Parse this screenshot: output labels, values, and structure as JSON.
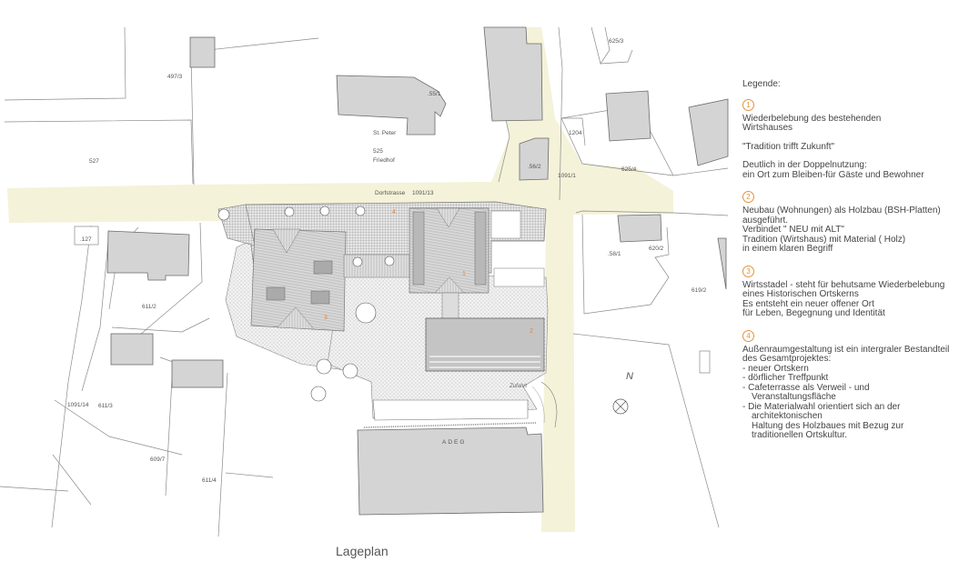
{
  "caption": "Lageplan",
  "colors": {
    "road": "#f4f2d8",
    "building": "#d4d4d4",
    "line": "#777777",
    "accent": "#e0943f"
  },
  "map": {
    "street_name": "Dorfstrasse",
    "street_parcel": "1091/13",
    "church_name": "St. Peter",
    "church_parcel": ".55/1",
    "cemetery_parcel": "525",
    "cemetery_name": "Friedhof",
    "store_name": "ADEG",
    "entry_label": "Zufahrt",
    "north_label": "N",
    "parcels": {
      "p497_3": "497/3",
      "p527": "527",
      "p625_3": "625/3",
      "p1204": "1204",
      "p56_2": ".56/2",
      "p1091_1": "1091/1",
      "p625_4": "625/4",
      "p127": ".127",
      "p58_1": ".58/1",
      "p620_2": "620/2",
      "p619_2": "619/2",
      "p611_2": "611/2",
      "p1091_14": "1091/14",
      "p611_3": "611/3",
      "p609_7": "609/7",
      "p611_4": "611/4"
    },
    "markers": [
      "1",
      "2",
      "3",
      "4"
    ]
  },
  "legend": {
    "title": "Legende:",
    "items": [
      {
        "num": "1",
        "blocks": [
          [
            "Wiederbelebung des bestehenden",
            "Wirtshauses"
          ],
          [
            "\"Tradition trifft Zukunft\""
          ],
          [
            "Deutlich in der Doppelnutzung:",
            "ein Ort zum Bleiben-für Gäste und Bewohner"
          ]
        ]
      },
      {
        "num": "2",
        "blocks": [
          [
            "Neubau (Wohnungen) als Holzbau (BSH-Platten)",
            "ausgeführt.",
            "Verbindet \" NEU mit ALT\"",
            "Tradition (Wirtshaus) mit Material ( Holz)",
            "in einem klaren Begriff"
          ]
        ]
      },
      {
        "num": "3",
        "blocks": [
          [
            "Wirtsstadel - steht für behutsame Wiederbelebung",
            "eines Historischen Ortskerns",
            "Es entsteht ein neuer offener Ort",
            "für Leben, Begegnung und Identität"
          ]
        ]
      },
      {
        "num": "4",
        "blocks": [
          [
            "Außenraumgestaltung ist ein intergraler Bestandteil",
            "des Gesamtprojektes:",
            "- neuer Ortskern",
            "- dörflicher Treffpunkt",
            "- Cafeterrasse als Verweil - und",
            "  Veranstaltungsfläche",
            "- Die Materialwahl orientiert sich an der",
            "  architektonischen",
            "  Haltung des Holzbaues mit Bezug zur",
            "  traditionellen Ortskultur."
          ]
        ]
      }
    ]
  }
}
